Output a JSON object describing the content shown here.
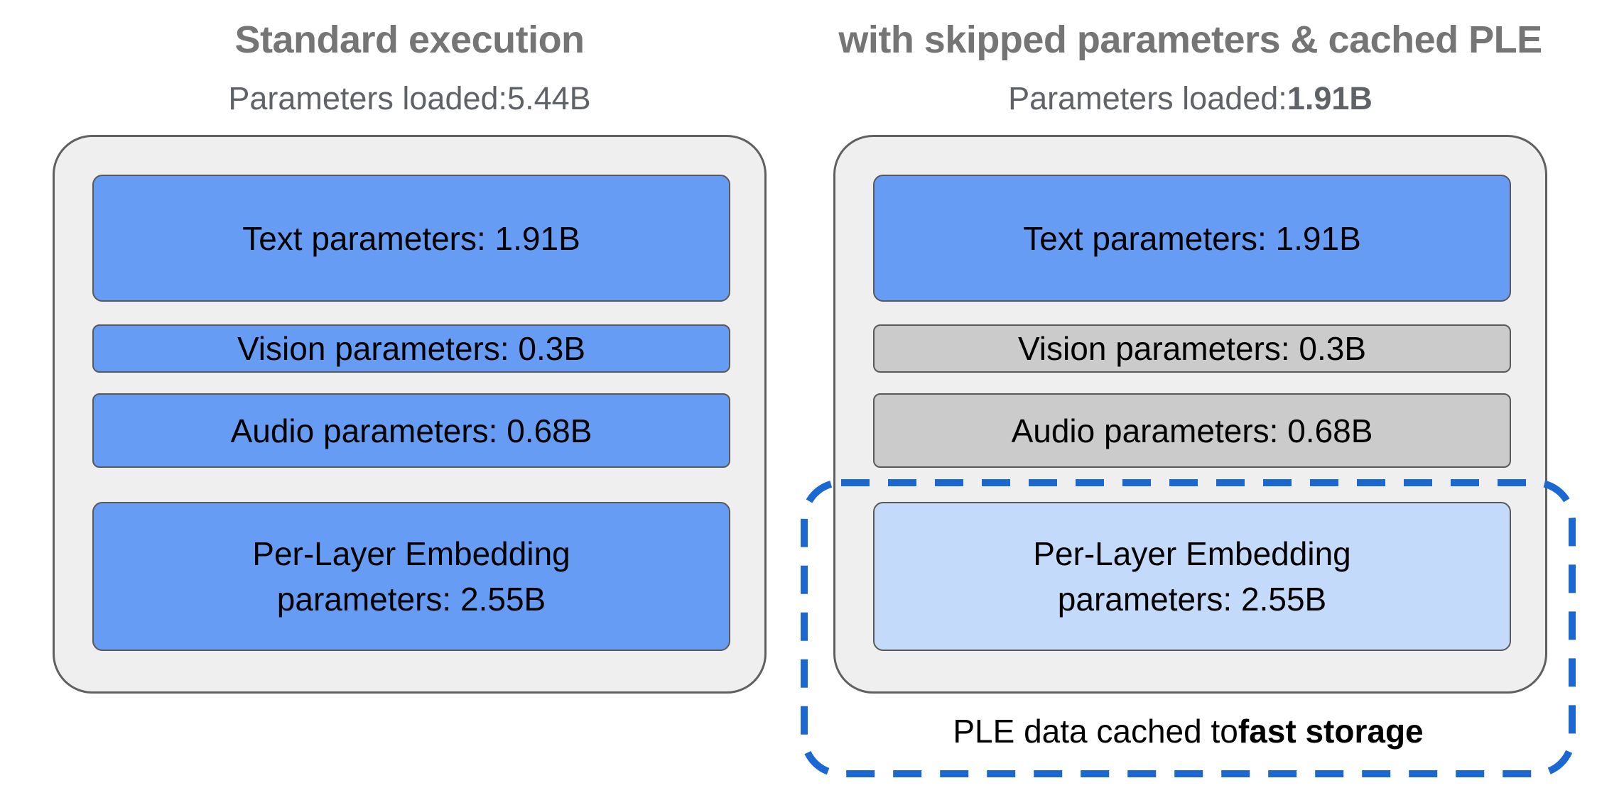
{
  "colors": {
    "title_gray": "#757575",
    "subtitle_gray": "#5F6368",
    "container_bg": "#EFEFEF",
    "container_border": "#606060",
    "box_border": "#595959",
    "blue_box": "#669CF4",
    "gray_box": "#CBCBCB",
    "light_blue_box": "#C4DAFB",
    "dashed_outline_blue": "#1C68D3",
    "label_black": "#000000"
  },
  "left_panel": {
    "title": "Standard execution",
    "subtitle_prefix": "Parameters loaded: ",
    "subtitle_value": "5.44B",
    "boxes": [
      {
        "label": "Text parameters: 1.91B"
      },
      {
        "label": "Vision parameters: 0.3B"
      },
      {
        "label": "Audio parameters: 0.68B"
      },
      {
        "label_line1": "Per-Layer Embedding",
        "label_line2": "parameters: 2.55B"
      }
    ]
  },
  "right_panel": {
    "title": "with skipped parameters & cached PLE",
    "subtitle_prefix": "Parameters loaded: ",
    "subtitle_value": "1.91B",
    "boxes": [
      {
        "label": "Text parameters: 1.91B"
      },
      {
        "label": "Vision parameters: 0.3B"
      },
      {
        "label": "Audio parameters: 0.68B"
      },
      {
        "label_line1": "Per-Layer Embedding",
        "label_line2": "parameters: 2.55B"
      }
    ],
    "caption_prefix": "PLE data cached to ",
    "caption_bold": "fast storage"
  }
}
